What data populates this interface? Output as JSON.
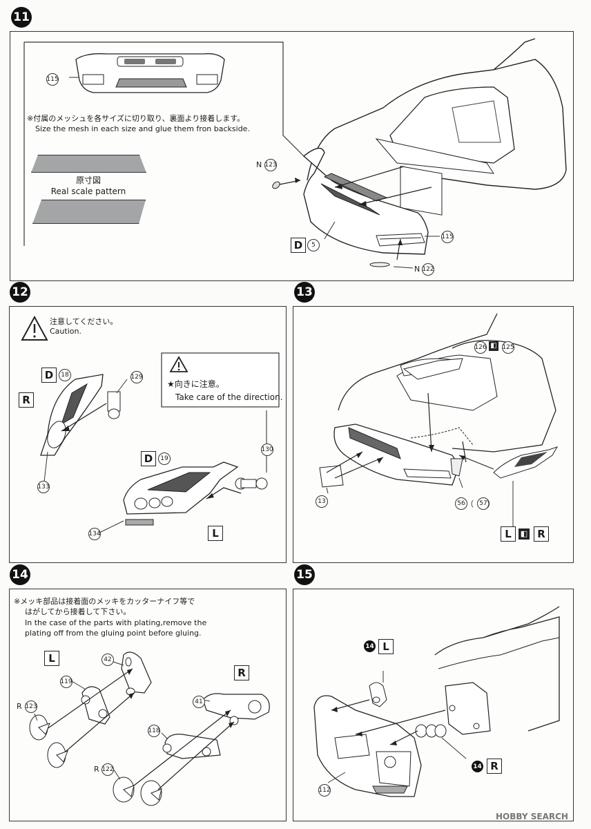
{
  "steps": {
    "s11": {
      "number": "11",
      "note_jp": "※付属のメッシュを各サイズに切り取り、裏面より接着します。",
      "note_en": "Size the mesh in each size and glue them fron backside.",
      "pattern_jp": "原寸図",
      "pattern_en": "Real scale pattern",
      "part_115_top": "115",
      "part_115_right": "115",
      "part_123": "123",
      "part_122": "122",
      "n_prefix": "N",
      "tag_d": "D",
      "part_5": "5"
    },
    "s12": {
      "number": "12",
      "caution_jp": "注意してください。",
      "caution_en": "Caution.",
      "direction_jp": "★向きに注意。",
      "direction_en": "Take care of the direction.",
      "tag_d1": "D",
      "part_18": "18",
      "tag_r": "R",
      "part_129": "129",
      "part_130": "130",
      "part_133": "133",
      "tag_d2": "D",
      "part_19": "19",
      "part_134": "134",
      "tag_l": "L"
    },
    "s13": {
      "number": "13",
      "part_126": "126",
      "part_125": "125",
      "part_13": "13",
      "part_56": "56",
      "part_57": "57",
      "paren_open": "（",
      "paren_close": "）",
      "tag_l": "L",
      "tag_r": "R"
    },
    "s14": {
      "number": "14",
      "note_jp1": "※メッキ部品は接着面のメッキをカッターナイフ等で",
      "note_jp2": "はがしてから接着して下さい。",
      "note_en1": "In the case of the parts with plating,remove the",
      "note_en2": "plating off from the gluing point before gluing.",
      "tag_l": "L",
      "tag_r": "R",
      "part_42": "42",
      "part_119": "119",
      "part_123": "123",
      "r_prefix_1": "R",
      "part_41": "41",
      "part_118": "118",
      "part_122": "122",
      "r_prefix_2": "R"
    },
    "s15": {
      "number": "15",
      "ref_14a": "14",
      "tag_l": "L",
      "ref_14b": "14",
      "tag_r": "R",
      "part_112": "112"
    }
  },
  "watermark": "HOBBY SEARCH"
}
